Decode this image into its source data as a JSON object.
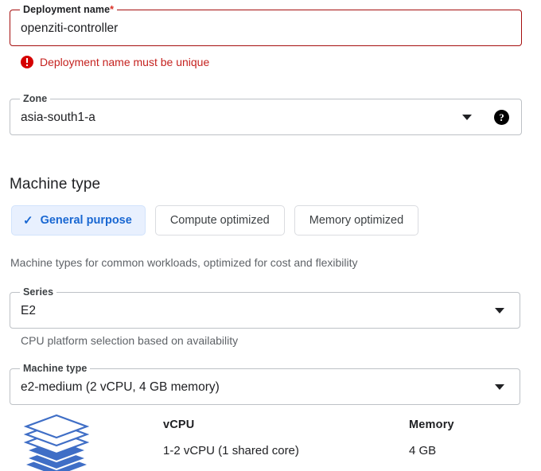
{
  "form": {
    "deployment_name": {
      "label": "Deployment name",
      "required_marker": "*",
      "value": "openziti-controller",
      "placeholder": "Deployment name",
      "error": {
        "icon": "error-circle-icon",
        "text": "Deployment name must be unique"
      }
    },
    "zone": {
      "label": "Zone",
      "value": "asia-south1-a",
      "caret_icon": "chevron-down-icon",
      "help_icon": "help-circle-icon",
      "help_glyph": "?"
    }
  },
  "machine_type_section": {
    "heading": "Machine type",
    "chips": [
      {
        "label": "General purpose",
        "selected": true,
        "check_glyph": "✓"
      },
      {
        "label": "Compute optimized",
        "selected": false
      },
      {
        "label": "Memory optimized",
        "selected": false
      }
    ],
    "helper_text": "Machine types for common workloads, optimized for cost and flexibility",
    "series": {
      "label": "Series",
      "value": "E2",
      "caret_icon": "chevron-down-icon",
      "helper_text": "CPU platform selection based on availability"
    },
    "machine_type": {
      "label": "Machine type",
      "value": "e2-medium (2 vCPU, 4 GB memory)",
      "caret_icon": "chevron-down-icon"
    },
    "specs": {
      "icon": "machine-stack-icon",
      "columns": [
        {
          "label": "vCPU",
          "value": "1-2 vCPU (1 shared core)"
        },
        {
          "label": "Memory",
          "value": "4 GB"
        }
      ]
    }
  },
  "colors": {
    "accent_blue": "#1a73e8",
    "chip_selected_bg": "#e8f0fe",
    "error_red": "#d50000",
    "error_text": "#c5221f",
    "error_border": "#a50e0e",
    "field_border": "#bdc1c6",
    "text_primary": "#202124",
    "text_secondary": "#5f6368",
    "stack_icon_blue": "#3f6ec6"
  }
}
